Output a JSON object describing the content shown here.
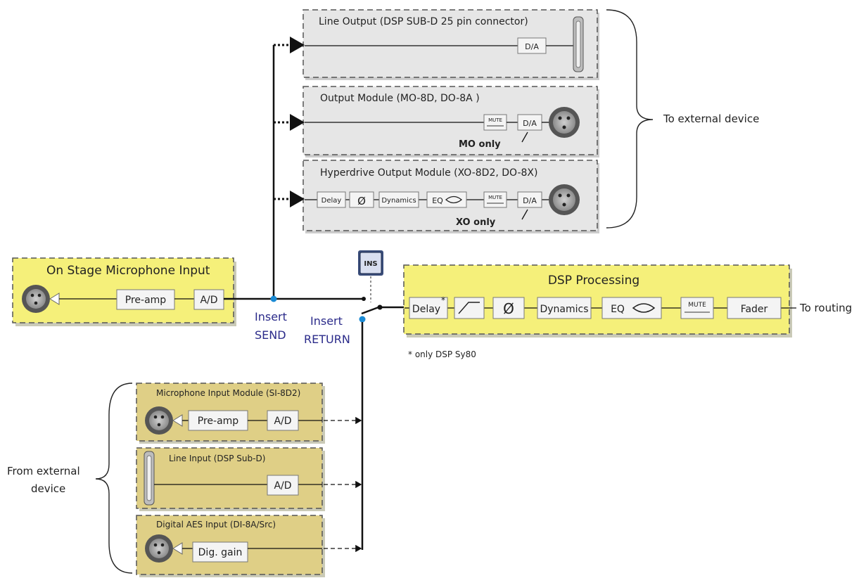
{
  "outputs": {
    "line_output_title": "Line Output (DSP SUB-D 25 pin connector)",
    "output_module_title": "Output Module (MO-8D, DO-8A )",
    "hyperdrive_title": "Hyperdrive Output Module (XO-8D2, DO-8X)",
    "mo_only": "MO only",
    "xo_only": "XO only",
    "to_external": "To external device"
  },
  "blocks": {
    "da": "D/A",
    "ad": "A/D",
    "preamp": "Pre-amp",
    "delay": "Delay",
    "dynamics": "Dynamics",
    "eq": "EQ",
    "mute": "MUTE",
    "fader": "Fader",
    "phase": "Ø",
    "dig_gain": "Dig. gain",
    "ins": "INS"
  },
  "mic_input": {
    "title": "On Stage Microphone Input"
  },
  "insert": {
    "send_1": "Insert",
    "send_2": "SEND",
    "return_1": "Insert",
    "return_2": "RETURN"
  },
  "dsp": {
    "title": "DSP Processing",
    "asterisk": "*",
    "note": "* only DSP Sy80",
    "to_routing": "To routing"
  },
  "inputs": {
    "si_title": "Microphone Input Module (SI-8D2)",
    "line_title": "Line Input (DSP Sub-D)",
    "aes_title": "Digital AES Input (DI-8A/Src)",
    "from_external_1": "From external",
    "from_external_2": "device"
  },
  "colors": {
    "yellow_box": "#f5f07a",
    "tan_box": "#dfcf86",
    "gray_box": "#e6e6e6",
    "wire": "#111111",
    "dot_blue": "#1a8ad4"
  }
}
